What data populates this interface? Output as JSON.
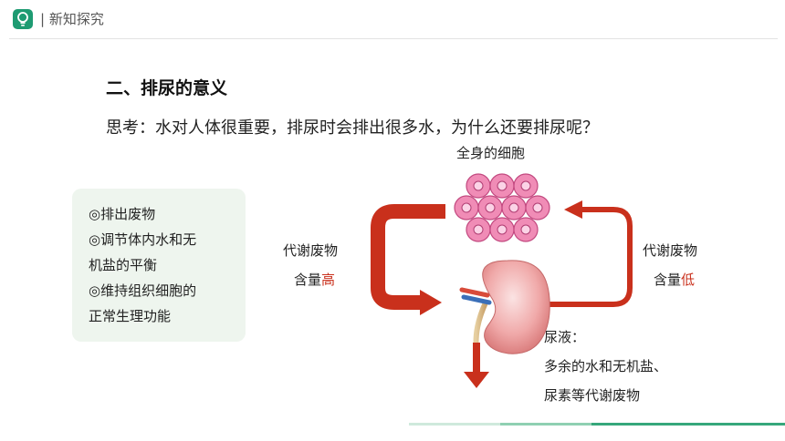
{
  "header": {
    "section": "| 新知探究",
    "logo_icon": "lightbulb-icon",
    "brand_color": "#1e9b72"
  },
  "title": "二、排尿的意义",
  "question": "思考：水对人体很重要，排尿时会排出很多水，为什么还要排尿呢？",
  "functions": {
    "items": [
      "◎排出废物",
      "◎调节体内水和无",
      "机盐的平衡",
      "◎维持组织细胞的",
      "正常生理功能"
    ]
  },
  "diagram": {
    "cells_label": "全身的细胞",
    "left_label_line1": "代谢废物",
    "left_label_prefix": "含量",
    "left_label_value": "高",
    "right_label_line1": "代谢废物",
    "right_label_prefix": "含量",
    "right_label_value": "低",
    "urine_title": "尿液：",
    "urine_line1": "多余的水和无机盐、",
    "urine_line2": "尿素等代谢废物",
    "arrow_color": "#c9301c",
    "cell_color": "#f08cb6"
  }
}
